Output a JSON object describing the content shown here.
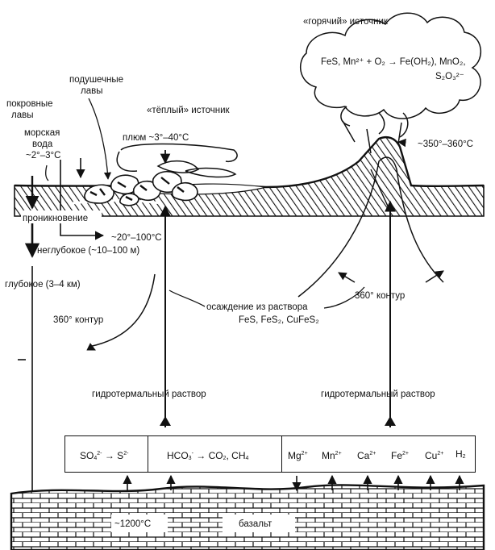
{
  "labels": {
    "hot_source": "«горячий» источник",
    "warm_source": "«тёплый» источник",
    "pillow_lavas_1": "подушечные",
    "pillow_lavas_2": "лавы",
    "cover_lavas_1": "покровные",
    "cover_lavas_2": "лавы",
    "sea_water_1": "морская",
    "sea_water_2": "вода",
    "sea_water_3": "~2°–3°C",
    "plume": "плюм ~3°–40°C",
    "vent_temp": "~350°–360°C",
    "penetration": "проникновение",
    "temp_shallow": "~20°–100°C",
    "shallow": "неглубокое (~10–100 м)",
    "deep": "глубокое (3–4 км)",
    "contour_left": "360° контур",
    "contour_right": "360° контур",
    "precip_1": "осаждение из раствора",
    "precip_2": "FeS, FeS₂, CuFeS₂",
    "hydro_left": "гидротермальный раствор",
    "hydro_right": "гидротермальный раствор",
    "temp_basalt": "~1200°C",
    "basalt": "базальт"
  },
  "hot_reaction": {
    "line1": "FeS, Mn²⁺ + O₂ → Fe(OH₂), MnO₂,",
    "line2": "S₂O₃²⁻"
  },
  "table": {
    "left": {
      "a": "SO",
      "a_sub": "4",
      "a_sup": "2-",
      "arrow": "→",
      "b": "S",
      "b_sup": "2-"
    },
    "mid": {
      "a": "HCO",
      "a_sub": "3",
      "a_sup": "-",
      "arrow": "→",
      "b": "CO",
      "b_sub": "2",
      "c": ", CH",
      "c_sub": "4"
    },
    "ions": [
      {
        "base": "Mg",
        "sup": "2+",
        "sub": ""
      },
      {
        "base": "Mn",
        "sup": "2+",
        "sub": ""
      },
      {
        "base": "Ca",
        "sup": "2+",
        "sub": ""
      },
      {
        "base": "Fe",
        "sup": "2+",
        "sub": ""
      },
      {
        "base": "Cu",
        "sup": "2+",
        "sub": ""
      },
      {
        "base": "H",
        "sup": "",
        "sub": "2"
      }
    ]
  }
}
